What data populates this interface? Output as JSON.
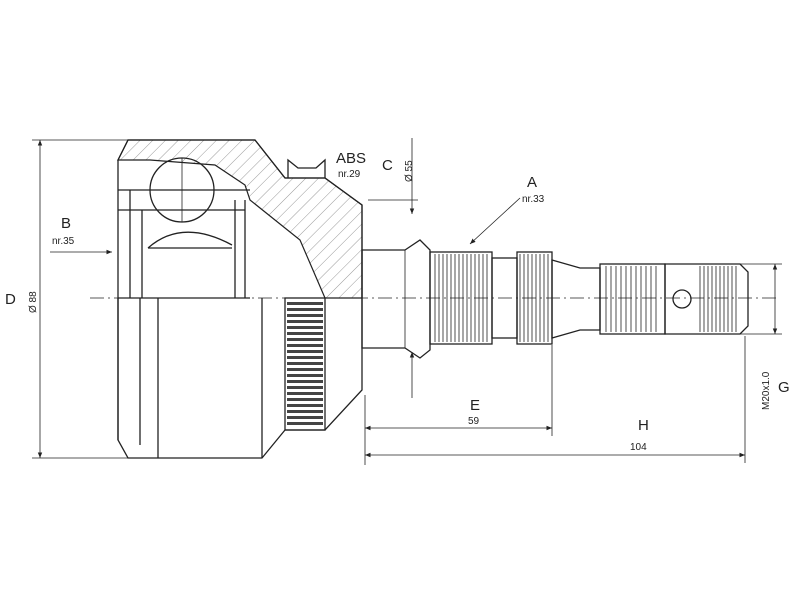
{
  "labels": {
    "abs": "ABS",
    "abs_nr": "nr.29",
    "c": "C",
    "c_dim": "Ø 55",
    "a": "A",
    "a_nr": "nr.33",
    "b": "B",
    "b_nr": "nr.35",
    "d": "D",
    "d_dim": "Ø 88",
    "e": "E",
    "e_dim": "59",
    "h": "H",
    "h_dim": "104",
    "g": "G",
    "g_dim": "M20x1.0"
  }
}
